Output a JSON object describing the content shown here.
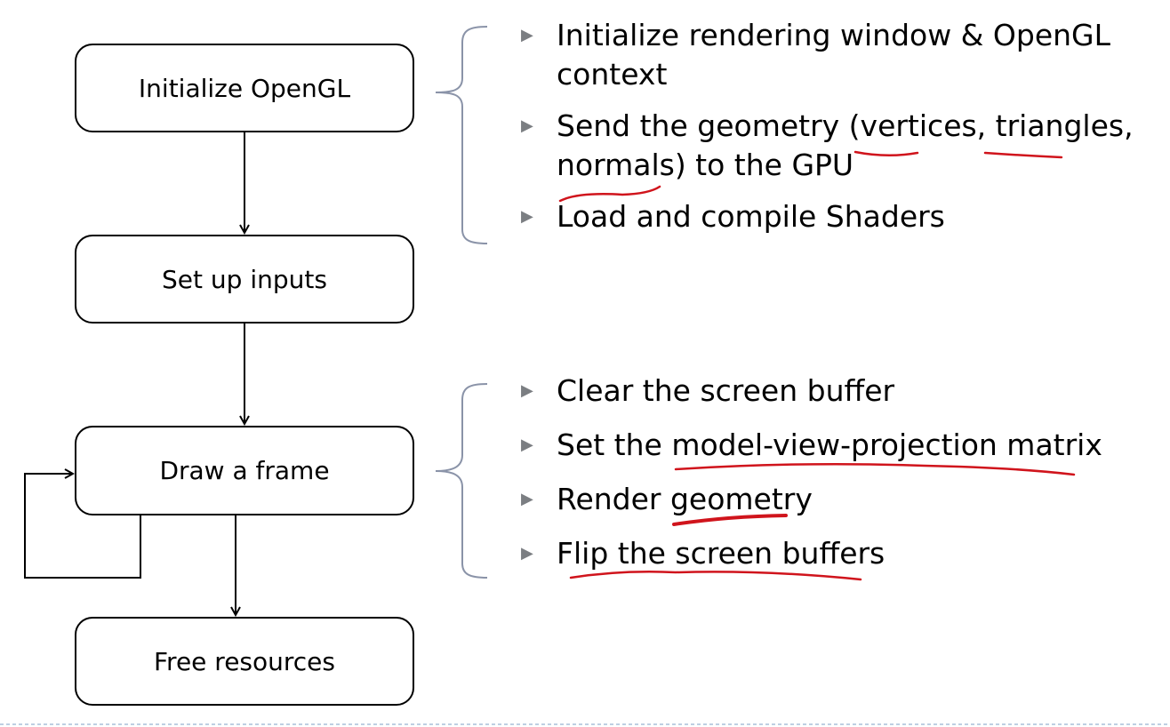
{
  "flow": {
    "step1": "Initialize OpenGL",
    "step2": "Set up inputs",
    "step3": "Draw a frame",
    "step4": "Free resources"
  },
  "details_init": [
    "Initialize rendering window & OpenGL context",
    "Send the geometry (vertices, triangles, normals) to the GPU",
    "Load and compile Shaders"
  ],
  "details_frame": [
    "Clear the screen buffer",
    "Set the model-view-projection matrix",
    "Render geometry",
    "Flip the screen buffers"
  ],
  "icons": {
    "bullet": "triangle-right-icon"
  },
  "colors": {
    "bracket": "#8a93a8",
    "annotation": "#d0141c",
    "bullet_marker": "#7b7e82",
    "divider": "#a9bfd9"
  }
}
